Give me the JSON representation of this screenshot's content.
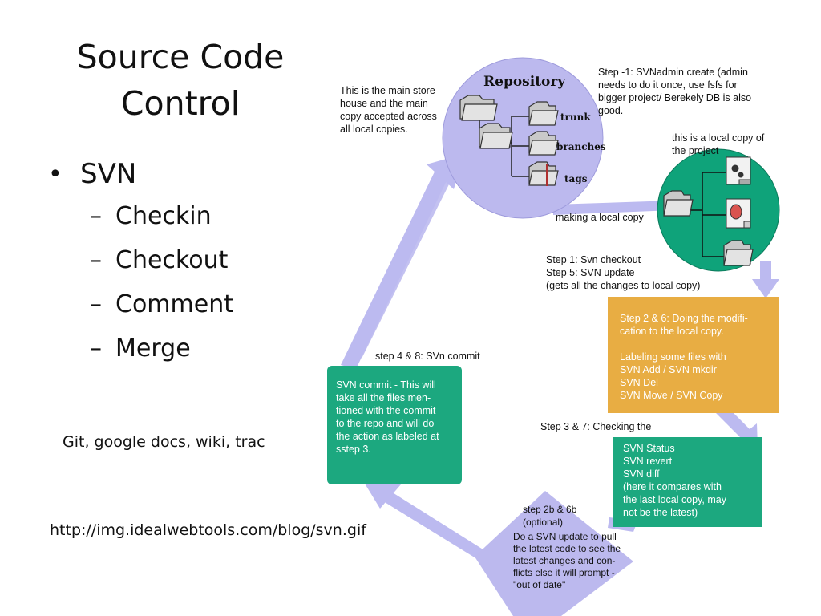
{
  "slide": {
    "title": "Source Code\nControl",
    "bullet": "SVN",
    "sub_items": [
      "Checkin",
      "Checkout",
      "Comment",
      "Merge"
    ],
    "note": "Git, google docs, wiki, trac",
    "source_url": "http://img.idealwebtools.com/blog/svn.gif"
  },
  "diagram": {
    "repository_title": "Repository",
    "folders": [
      "trunk",
      "branches",
      "tags"
    ],
    "repo_description": "This is the main store-\nhouse and the main\ncopy accepted across\nall local copies.",
    "step_minus1": "Step -1: SVNadmin create (admin\nneeds to do it once, use fsfs for\nbigger project/ Berekely DB is also\ngood.",
    "local_copy_label": "this is a local copy of\nthe project",
    "making_local_copy": "making a local copy",
    "step1_5": "Step 1: Svn checkout\nStep 5:  SVN update\n(gets all the changes to local copy)",
    "step2_6_box": "Step 2 & 6: Doing the modifi-\ncation to the local copy.\n\nLabeling some files with\nSVN Add / SVN mkdir\nSVN Del\nSVN Move / SVN Copy",
    "step3_7": "Step 3 & 7: Checking the",
    "status_box": "SVN Status\nSVN revert\nSVN diff\n(here it compares with\nthe last local copy, may\nnot be  the latest)",
    "step4_8": "step 4 & 8: SVn commit",
    "commit_box": "SVN commit - This will\ntake all the files men-\ntioned with the commit\nto the repo and will do\nthe action as labeled at\nsstep 3.",
    "step2b_6b": "step 2b & 6b\n(optional)",
    "update_text": "Do a SVN update to pull\nthe latest code to see the\nlatest changes and con-\nflicts else it will prompt -\n\"out of date\""
  },
  "colors": {
    "lavender": "#b9b6ea",
    "green": "#1ca87f",
    "orange": "#e8ad43"
  }
}
